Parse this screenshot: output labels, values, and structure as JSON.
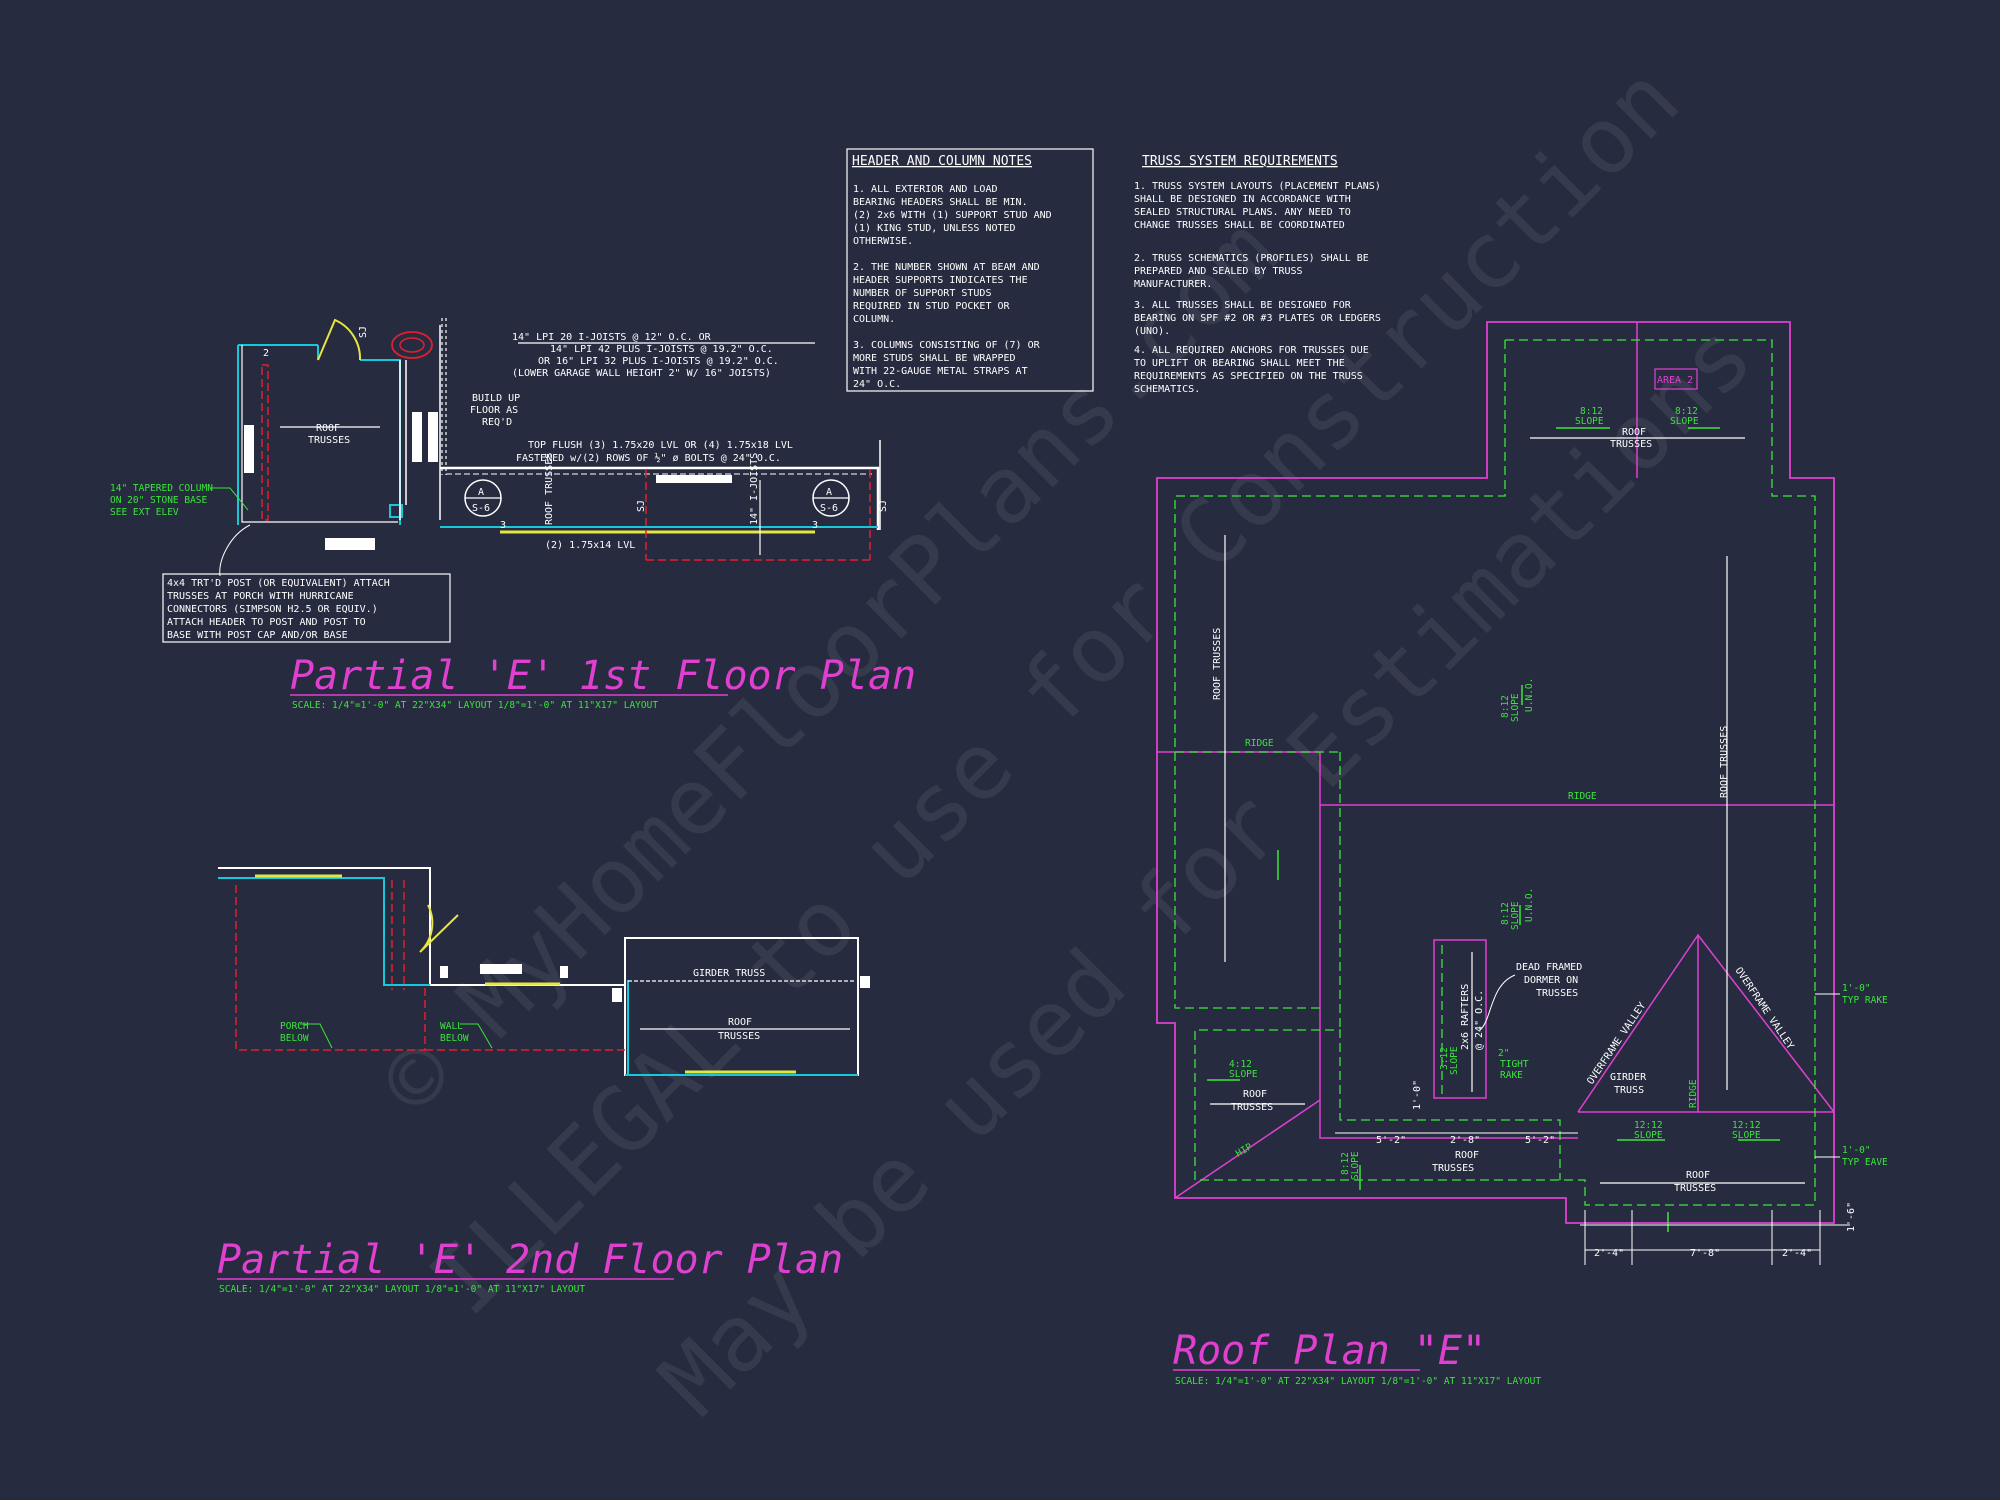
{
  "notes": {
    "header_column": {
      "title": "HEADER AND COLUMN NOTES",
      "lines": [
        "1. ALL EXTERIOR AND LOAD",
        "BEARING HEADERS SHALL BE MIN.",
        "(2) 2x6 WITH (1) SUPPORT STUD AND",
        "(1) KING STUD, UNLESS NOTED",
        "OTHERWISE.",
        "",
        "2. THE NUMBER SHOWN AT BEAM AND",
        "HEADER SUPPORTS INDICATES THE",
        "NUMBER OF SUPPORT STUDS",
        "REQUIRED IN STUD POCKET OR",
        "COLUMN.",
        "",
        "3. COLUMNS CONSISTING OF (7) OR",
        "MORE STUDS SHALL BE WRAPPED",
        "WITH 22-GAUGE METAL STRAPS AT",
        "24\" O.C."
      ]
    },
    "truss": {
      "title": "TRUSS SYSTEM REQUIREMENTS",
      "lines": [
        "1. TRUSS SYSTEM LAYOUTS (PLACEMENT PLANS)",
        "SHALL BE DESIGNED IN ACCORDANCE WITH",
        "SEALED STRUCTURAL PLANS. ANY NEED TO",
        "CHANGE TRUSSES SHALL BE COORDINATED",
        "",
        "2. TRUSS SCHEMATICS (PROFILES) SHALL BE",
        "PREPARED AND SEALED BY TRUSS",
        "MANUFACTURER.",
        "3. ALL TRUSSES SHALL BE DESIGNED FOR",
        "BEARING ON SPF #2 OR #3 PLATES OR LEDGERS",
        "(UNO).",
        "4. ALL REQUIRED ANCHORS FOR TRUSSES DUE",
        "TO UPLIFT OR BEARING SHALL MEET THE",
        "REQUIREMENTS AS SPECIFIED ON THE TRUSS",
        "SCHEMATICS."
      ]
    }
  },
  "first_floor": {
    "title": "Partial 'E' 1st Floor Plan",
    "scale": "SCALE: 1/4\"=1'-0\" AT 22\"X34\" LAYOUT    1/8\"=1'-0\" AT 11\"X17\" LAYOUT",
    "joist_note": [
      "14\" LPI 20 I-JOISTS @ 12\" O.C. OR",
      "14\" LPI 42 PLUS I-JOISTS @ 19.2\" O.C.",
      "OR 16\" LPI 32 PLUS I-JOISTS @ 19.2\" O.C.",
      "(LOWER GARAGE WALL HEIGHT 2\" W/ 16\" JOISTS)"
    ],
    "build_up": [
      "BUILD UP",
      "FLOOR AS",
      "REQ'D"
    ],
    "top_flush": [
      "TOP FLUSH (3) 1.75x20 LVL OR (4) 1.75x18 LVL",
      "FASTENED w/(2) ROWS OF ½\" ø BOLTS @ 24\" O.C."
    ],
    "roof_trusses": [
      "ROOF",
      "TRUSSES"
    ],
    "column_note": [
      "14\" TAPERED COLUMN",
      "ON 20\" STONE BASE",
      "SEE EXT ELEV"
    ],
    "post_note": [
      "4x4 TRT'D POST (OR EQUIVALENT) ATTACH",
      "TRUSSES AT PORCH WITH HURRICANE",
      "CONNECTORS (SIMPSON H2.5 OR EQUIV.)",
      "ATTACH HEADER TO POST AND POST TO",
      "BASE WITH POST CAP AND/OR BASE"
    ],
    "lvl": "(2) 1.75x14 LVL",
    "ijoists": "14\" I-JOISTS",
    "vertical_roof": "ROOF TRUSSES",
    "sj": "SJ",
    "section_a": "A",
    "section_ref": "S-6",
    "num2": "2",
    "num3": "3"
  },
  "second_floor": {
    "title": "Partial 'E' 2nd Floor Plan",
    "scale": "SCALE: 1/4\"=1'-0\" AT 22\"X34\" LAYOUT    1/8\"=1'-0\" AT 11\"X17\" LAYOUT",
    "girder": "GIRDER TRUSS",
    "roof_trusses": [
      "ROOF",
      "TRUSSES"
    ],
    "porch_below": [
      "PORCH",
      "BELOW"
    ],
    "wall_below": [
      "WALL",
      "BELOW"
    ]
  },
  "roof_plan": {
    "title": "Roof Plan \"E\"",
    "scale": "SCALE: 1/4\"=1'-0\" AT 22\"X34\" LAYOUT    1/8\"=1'-0\" AT 11\"X17\" LAYOUT",
    "area2": "AREA 2",
    "slope_812": [
      "8:12",
      "SLOPE"
    ],
    "slope_812_uno": [
      "8:12",
      "SLOPE",
      "U.N.O."
    ],
    "slope_412": [
      "4:12",
      "SLOPE"
    ],
    "slope_1212": [
      "12:12",
      "SLOPE"
    ],
    "slope_312": [
      "3:12",
      "SLOPE"
    ],
    "roof_trusses": [
      "ROOF",
      "TRUSSES"
    ],
    "vertical_roof": "ROOF TRUSSES",
    "ridge": "RIDGE",
    "hip": "HIP",
    "dormer": [
      "DEAD FRAMED",
      "DORMER ON",
      "TRUSSES"
    ],
    "rafters": "2x6 RAFTERS",
    "rafters_oc": "@ 24\" O.C.",
    "tight_rake": [
      "2\"",
      "TIGHT",
      "RAKE"
    ],
    "overframe": "OVERFRAME VALLEY",
    "girder": [
      "GIRDER",
      "TRUSS"
    ],
    "typ_rake": [
      "1'-0\"",
      "TYP RAKE"
    ],
    "typ_eave": [
      "1'-0\"",
      "TYP EAVE"
    ],
    "dims": [
      "5'-2\"",
      "2'-8\"",
      "5'-2\"",
      "2'-4\"",
      "7'-8\"",
      "2'-4\"",
      "1'-6\"",
      "1'-0\""
    ]
  },
  "watermark": [
    "© MyHomeFloorPlans.com",
    "ILLEGAL to use for Construction",
    "May be used for Estimations"
  ],
  "colors": {
    "background": "#262b3f",
    "wall": "#ffffff",
    "cyan": "#18c8d8",
    "red": "#e02030",
    "green": "#39e639",
    "magenta": "#e040d0",
    "yellow": "#e6e640"
  }
}
